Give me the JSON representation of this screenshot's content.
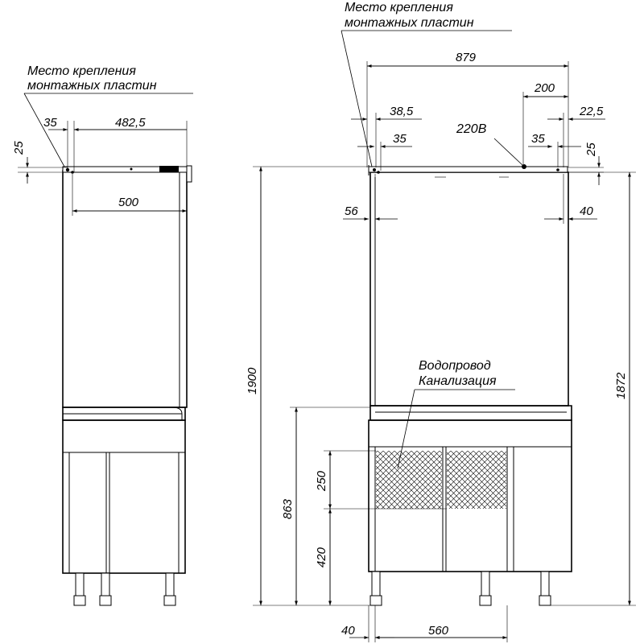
{
  "labels": {
    "mount_top_line1": "Место крепления",
    "mount_top_line2": "монтажных пластин",
    "mount_left_line1": "Место крепления",
    "mount_left_line2": "монтажных пластин",
    "plumbing_line1": "Водопровод",
    "plumbing_line2": "Канализация",
    "power": "220В"
  },
  "side_view": {
    "dim_25": "25",
    "dim_35": "35",
    "dim_482_5": "482,5",
    "dim_500": "500"
  },
  "front_view": {
    "width_879": "879",
    "dim_200": "200",
    "dim_38_5": "38,5",
    "dim_22_5": "22,5",
    "dim_35_left": "35",
    "dim_35_right": "35",
    "dim_25": "25",
    "dim_56": "56",
    "dim_40_top": "40",
    "height_1900": "1900",
    "height_1872": "1872",
    "height_863": "863",
    "dim_250": "250",
    "dim_420": "420",
    "dim_40_bottom": "40",
    "dim_560": "560"
  }
}
